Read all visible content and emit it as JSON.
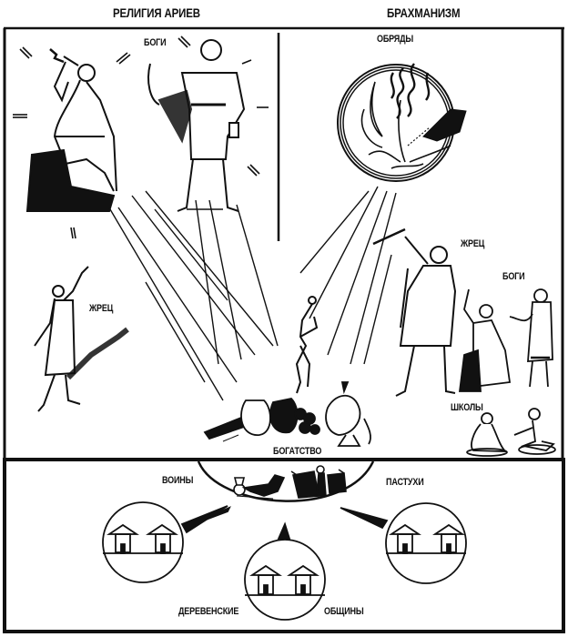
{
  "diagram": {
    "type": "illustrated-concept-diagram",
    "style": "black-and-white line art",
    "headings": {
      "left": "РЕЛИГИЯ АРИЕВ",
      "right": "БРАХМАНИЗМ"
    },
    "top_left_panel": {
      "labels": {
        "gods": "БОГИ",
        "priest": "ЖРЕЦ"
      },
      "figures": [
        "seated-god-with-thunderbolt",
        "standing-god-with-bow",
        "priest-raising-arm"
      ]
    },
    "top_right_panel": {
      "labels": {
        "rituals": "ОБРЯДЫ",
        "priest": "ЖРЕЦ",
        "gods": "БОГИ",
        "schools": "ШКОЛЫ"
      },
      "figures": [
        "ritual-fire-medallion",
        "priest-with-raised-staff",
        "seated-god",
        "standing-god",
        "two-seated-students"
      ]
    },
    "center": {
      "wealth_label": "БОГАТСТВО",
      "figures": [
        "dancing-woman",
        "pile-of-treasure"
      ]
    },
    "bottom_panel": {
      "labels": {
        "warriors": "ВОИНЫ",
        "herders": "ПАСТУХИ",
        "village": "ДЕРЕВЕНСКИЕ",
        "communities": "ОБЩИНЫ"
      },
      "figures": [
        "chariot-with-horse",
        "herdsman-with-cattle",
        "village-circle-left",
        "village-circle-center",
        "village-circle-right"
      ]
    },
    "colors": {
      "ink": "#111111",
      "paper": "#ffffff"
    }
  }
}
